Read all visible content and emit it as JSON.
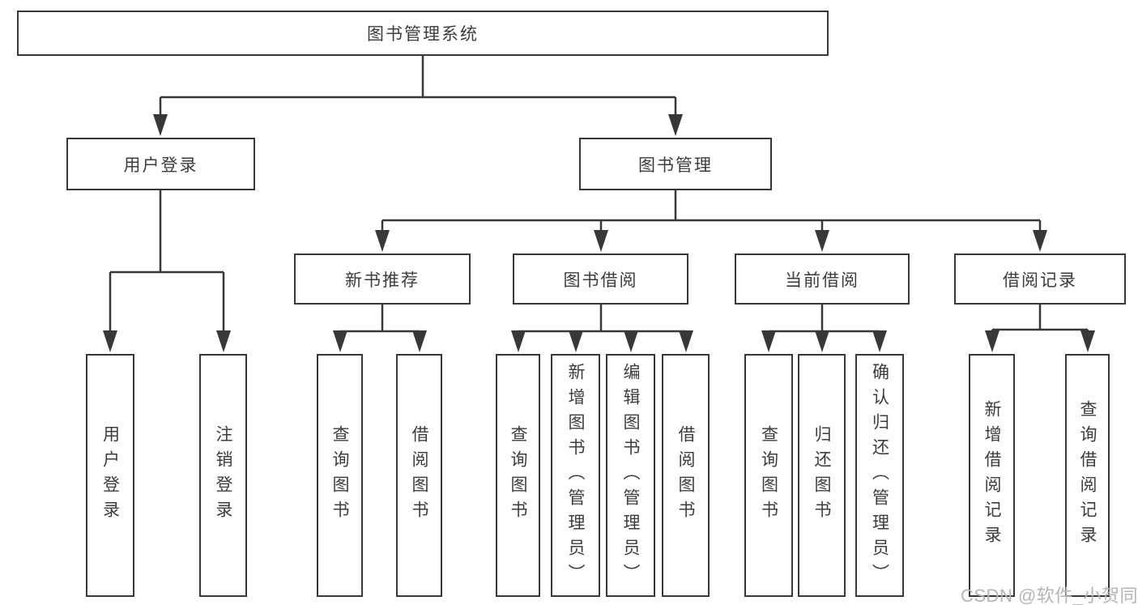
{
  "diagram": {
    "root": "图书管理系统",
    "user_branch": {
      "label": "用户登录",
      "children": [
        "用户登录",
        "注销登录"
      ]
    },
    "book_branch": {
      "label": "图书管理",
      "sections": [
        {
          "label": "新书推荐",
          "children": [
            "查询图书",
            "借阅图书"
          ]
        },
        {
          "label": "图书借阅",
          "children": [
            "查询图书",
            "新增图书（管理员）",
            "编辑图书（管理员）",
            "借阅图书"
          ]
        },
        {
          "label": "当前借阅",
          "children": [
            "查询图书",
            "归还图书",
            "确认归还（管理员）"
          ]
        },
        {
          "label": "借阅记录",
          "children": [
            "新增借阅记录",
            "查询借阅记录"
          ]
        }
      ]
    }
  },
  "watermark": "CSDN @软件_小贺同学",
  "colors": {
    "line": "#383838",
    "text": "#3c3c3c",
    "watermark_text": "#b5b5b5",
    "background": "#ffffff"
  }
}
